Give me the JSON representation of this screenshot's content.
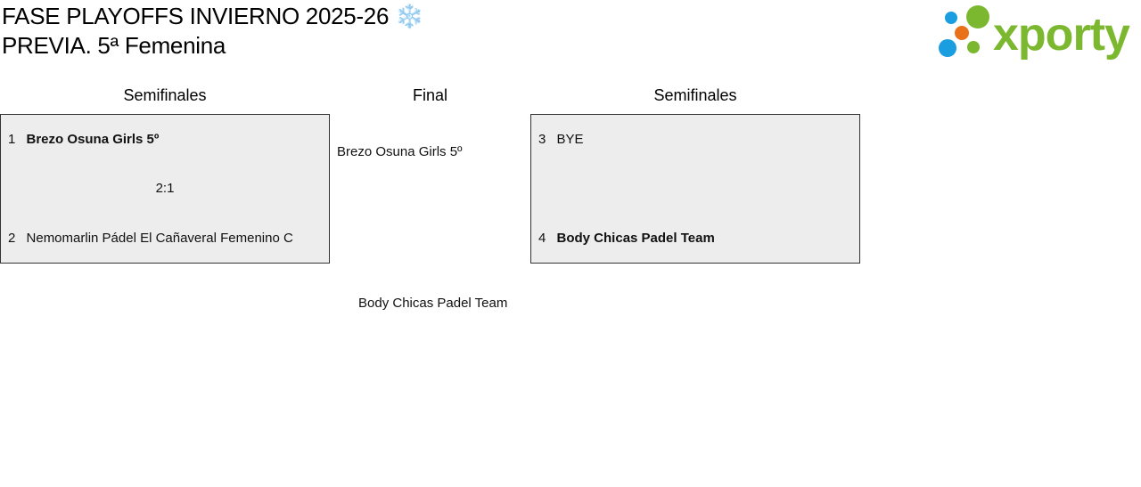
{
  "header": {
    "title_line1": "FASE PLAYOFFS INVIERNO 2025-26 ❄️",
    "title_line2": "PREVIA. 5ª Femenina"
  },
  "logo": {
    "text": "xporty",
    "colors": {
      "green": "#7cb82f",
      "orange": "#e8711a",
      "blue": "#1a9ee0"
    }
  },
  "columns": {
    "semifinal_left": "Semifinales",
    "final": "Final",
    "semifinal_right": "Semifinales"
  },
  "semifinal_1": {
    "top": {
      "seed": "1",
      "team": "Brezo Osuna Girls 5º"
    },
    "score": "2:1",
    "bottom": {
      "seed": "2",
      "team": "Nemomarlin Pádel El Cañaveral Femenino C"
    }
  },
  "semifinal_2": {
    "top": {
      "seed": "3",
      "team": "BYE"
    },
    "bottom": {
      "seed": "4",
      "team": "Body Chicas Padel Team"
    }
  },
  "final": {
    "team_a": "Brezo Osuna Girls 5º",
    "team_b": "Body Chicas Padel Team"
  }
}
